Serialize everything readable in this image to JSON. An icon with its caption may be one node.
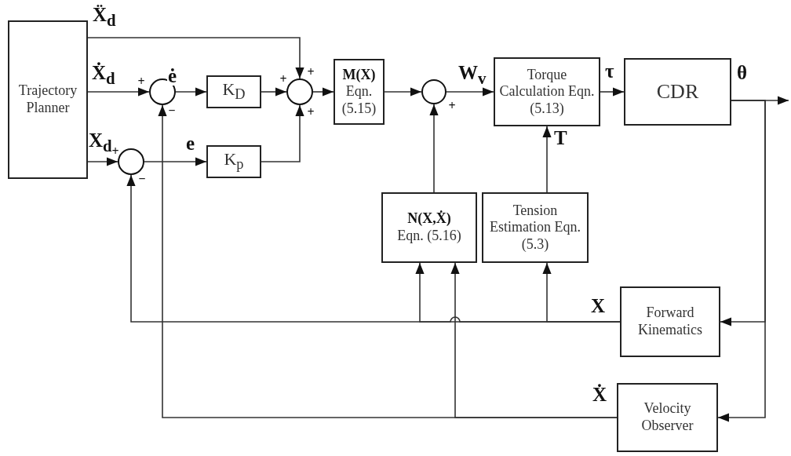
{
  "diagram": {
    "nodes": [
      {
        "text": [
          "Trajectory Planner"
        ]
      },
      {
        "text": [],
        "shape": "circle"
      },
      {
        "text": [
          "K$_{D}$"
        ]
      },
      {
        "text": [],
        "shape": "circle"
      },
      {
        "text": [
          "M(X)",
          "Eqn. (5.15)"
        ]
      },
      {
        "text": [],
        "shape": "circle"
      },
      {
        "text": [
          "Torque Calculation Eqn. (5.13)"
        ]
      },
      {
        "text": [
          "CDR"
        ]
      },
      {
        "text": [],
        "shape": "circle"
      },
      {
        "text": [
          "K$_{p}$"
        ]
      },
      {
        "text": [
          "N(X,Ẋ)",
          "Eqn. (5.16)"
        ]
      },
      {
        "text": [
          "Tension Estimation Eqn. (5.3)"
        ]
      },
      {
        "text": [
          "Forward Kinematics"
        ]
      },
      {
        "text": [
          "Velocity Observer"
        ]
      }
    ],
    "edges": [
      {
        "from": 0,
        "to": 3,
        "arrow": "to",
        "label": "Ẍ$_{d}$"
      },
      {
        "from": 0,
        "to": 1,
        "arrow": "to",
        "label": "Ẋ$_{d}$"
      },
      {
        "from": 0,
        "to": 8,
        "arrow": "to",
        "label": "X$_{d}$"
      },
      {
        "from": 1,
        "to": 2,
        "arrow": "to",
        "label": "ė"
      },
      {
        "from": 2,
        "to": 3,
        "arrow": "to"
      },
      {
        "from": 8,
        "to": 9,
        "arrow": "to",
        "label": "e"
      },
      {
        "from": 9,
        "to": 3,
        "arrow": "to"
      },
      {
        "from": 3,
        "to": 4,
        "arrow": "to"
      },
      {
        "from": 4,
        "to": 5,
        "arrow": "to"
      },
      {
        "from": 5,
        "to": 6,
        "arrow": "to",
        "label": "W$_{v}$"
      },
      {
        "from": 6,
        "to": 7,
        "arrow": "to",
        "label": "τ"
      },
      {
        "from": 7,
        "to": null,
        "arrow": "to",
        "label": "θ"
      },
      {
        "from": 7,
        "to": 12,
        "arrow": "to"
      },
      {
        "from": 7,
        "to": 13,
        "arrow": "to"
      },
      {
        "from": 12,
        "to": 8,
        "arrow": "to",
        "label": "X"
      },
      {
        "from": 12,
        "to": 10,
        "arrow": "to"
      },
      {
        "from": 12,
        "to": 11,
        "arrow": "to"
      },
      {
        "from": 13,
        "to": 1,
        "arrow": "to",
        "label": "Ẋ"
      },
      {
        "from": 13,
        "to": 10,
        "arrow": "to"
      },
      {
        "from": 10,
        "to": 5,
        "arrow": "to"
      },
      {
        "from": 11,
        "to": 6,
        "arrow": "to",
        "label": "T"
      }
    ],
    "labels": [
      "+",
      "−",
      "+",
      "+",
      "+",
      "+",
      "+",
      "−"
    ]
  }
}
